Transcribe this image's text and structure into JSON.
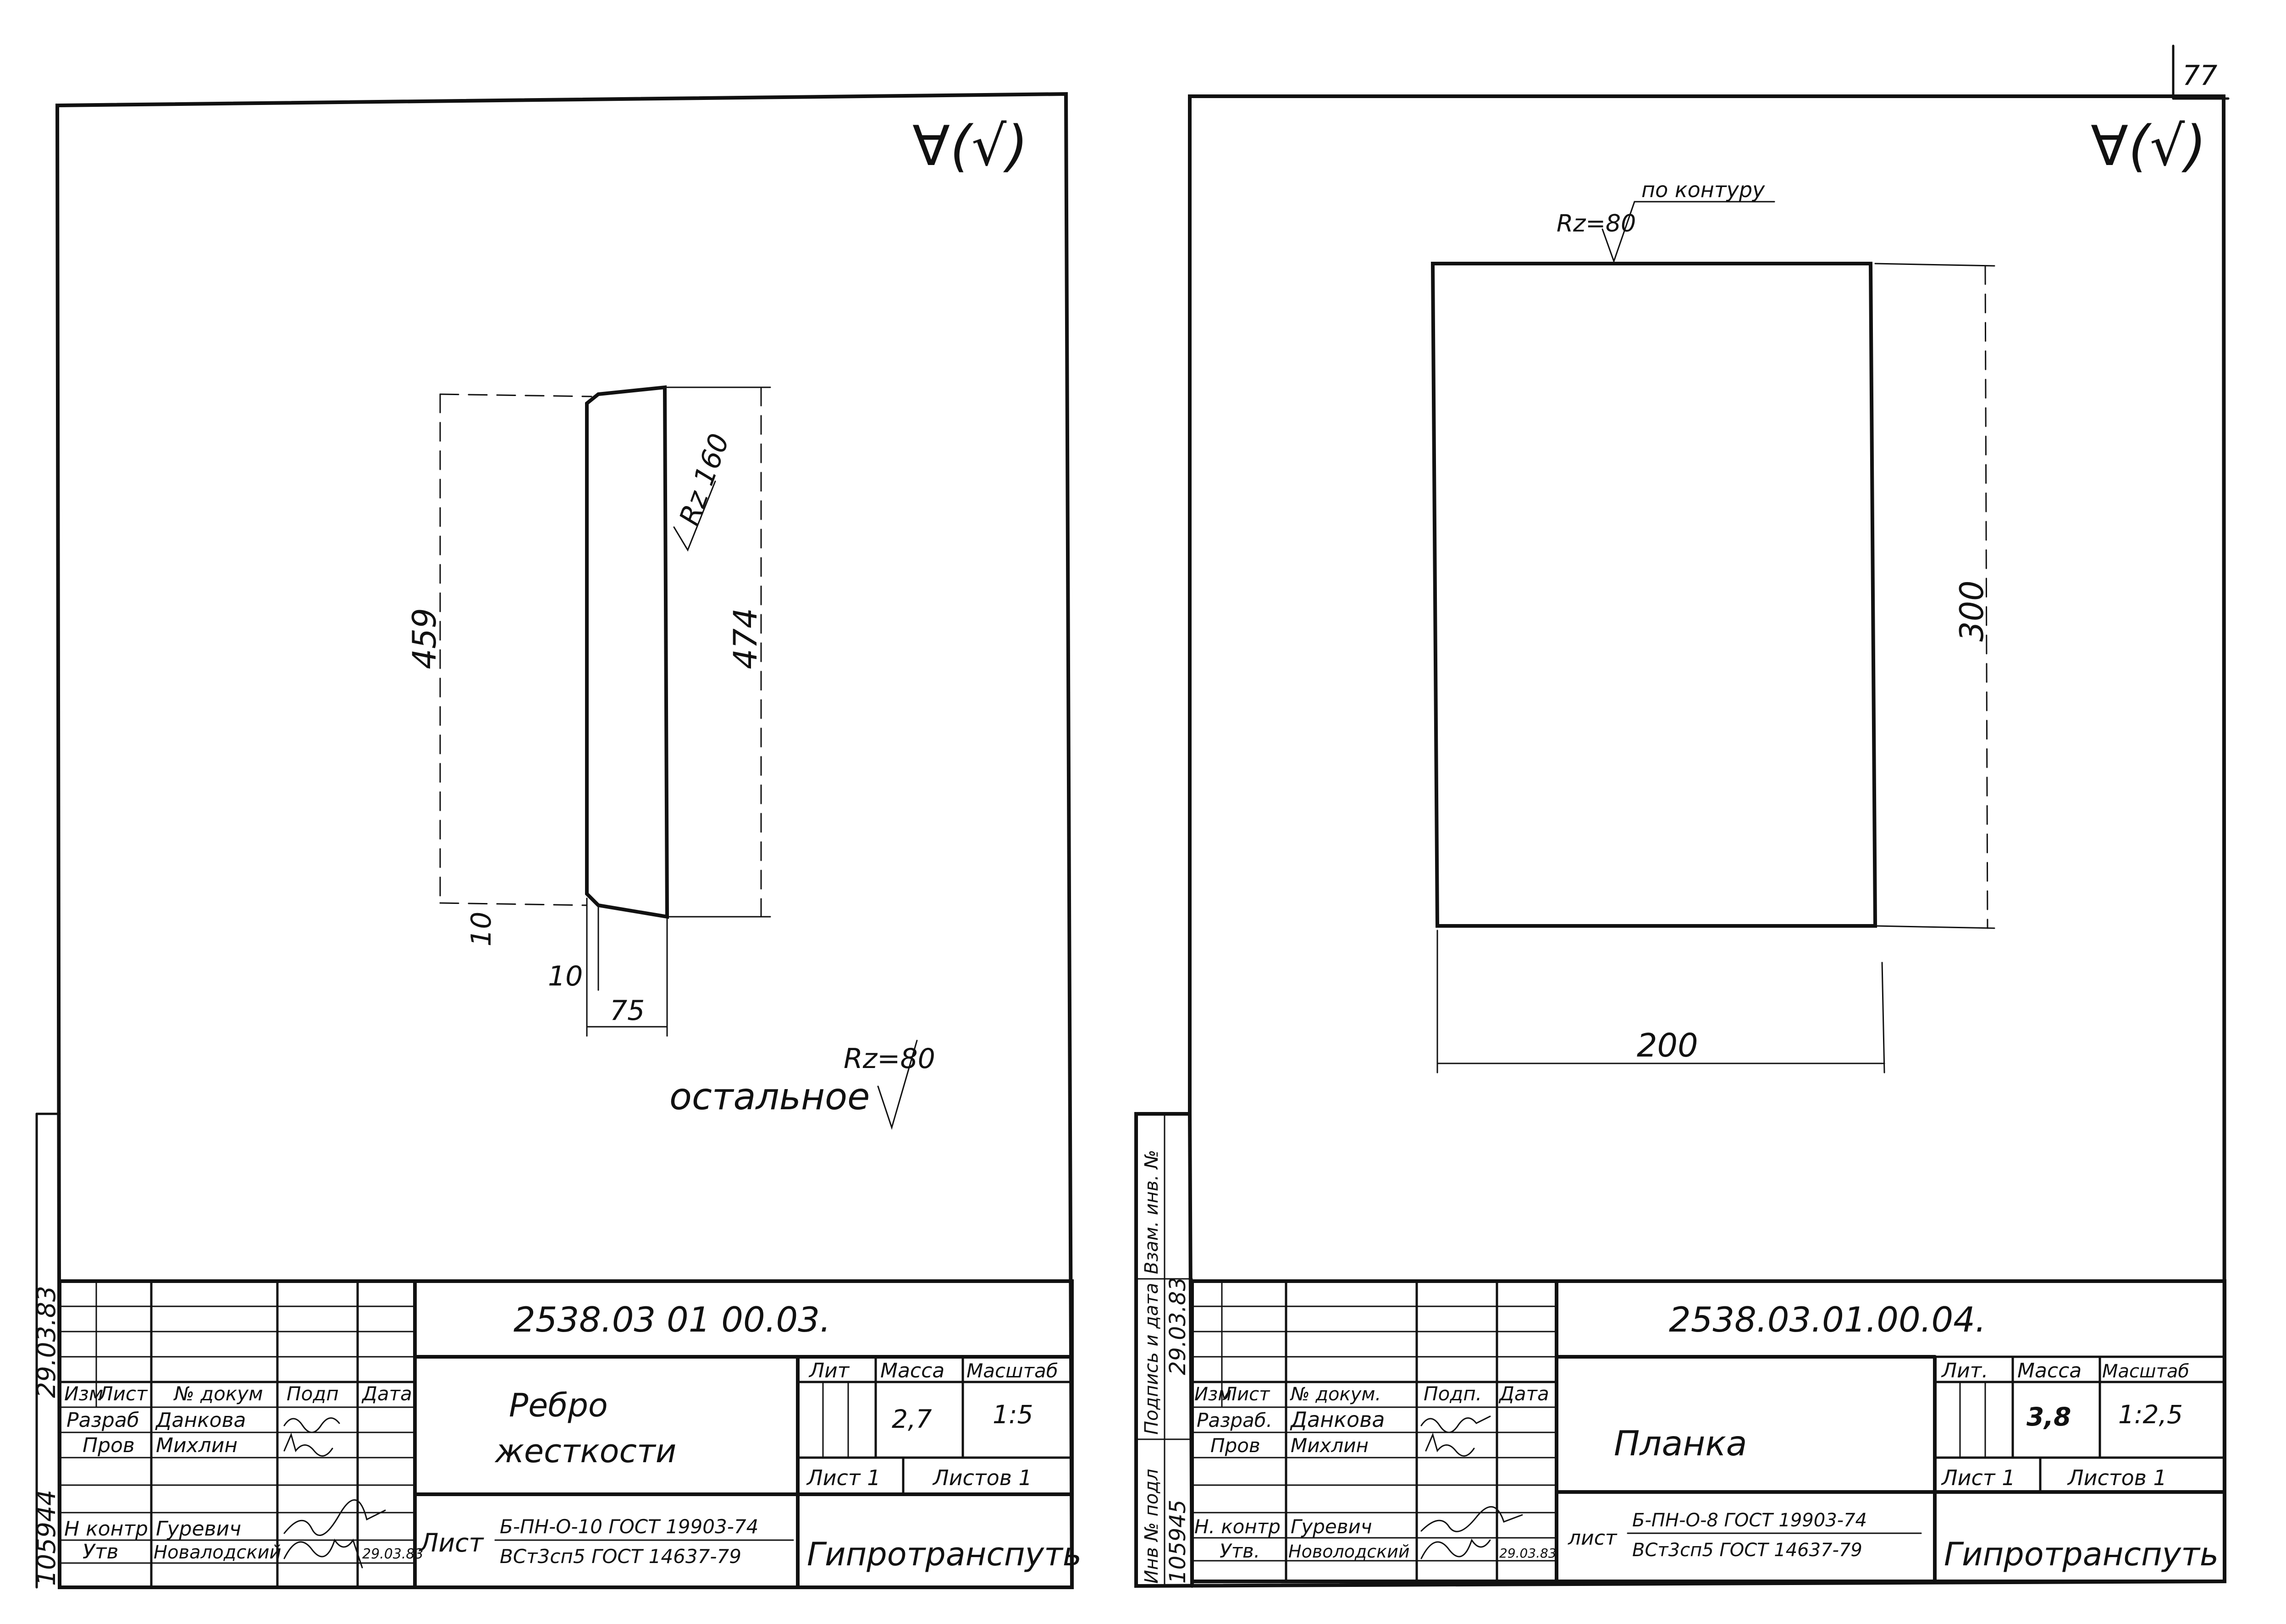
{
  "page_number": "77",
  "left_sheet": {
    "roughness_mark": "∀(√)",
    "dim_459": "459",
    "dim_474": "474",
    "dim_10_vertical": "10",
    "dim_10_horizontal": "10",
    "dim_75": "75",
    "roughness_slant": "Rz 160",
    "rest_label": "остальное",
    "rest_roughness": "Rz=80",
    "side_date": "29.03.83",
    "side_inv": "105944",
    "title_block": {
      "designation": "2538.03 01 00.03.",
      "name_line1": "Ребро",
      "name_line2": "жесткости",
      "lit_header": "Лит",
      "mass_header": "Масса",
      "scale_header": "Масштаб",
      "mass_value": "2,7",
      "scale_value": "1:5",
      "sheet_label": "Лист 1",
      "sheets_label": "Листов 1",
      "col_izm": "Изм",
      "col_list": "Лист",
      "col_doc": "№ докум",
      "col_sign": "Подп",
      "col_date": "Дата",
      "role_razrab": "Разраб",
      "role_prov": "Пров",
      "role_nkontr": "Н контр",
      "role_utv": "Утв",
      "name_razrab": "Данкова",
      "name_prov": "Михлин",
      "name_nkontr": "Гуревич",
      "name_utv": "Новалодский",
      "utv_date": "29.03.83",
      "material_prefix": "Лист",
      "material_top": "Б-ПН-О-10 ГОСТ 19903-74",
      "material_bottom": "ВСт3сп5 ГОСТ 14637-79",
      "organization": "Гипротранспуть"
    }
  },
  "right_sheet": {
    "roughness_mark": "∀(√)",
    "contour_roughness": "Rz=80",
    "contour_label": "по контуру",
    "dim_300": "300",
    "dim_200": "200",
    "side_labels": {
      "inv_podl": "Инв № подл",
      "podpis_data": "Подпись и дата",
      "vzam_inv": "Взам. инв. №"
    },
    "side_inv_value": "105945",
    "side_date_value": "29.03.83",
    "title_block": {
      "designation": "2538.03.01.00.04.",
      "name": "Планка",
      "lit_header": "Лит.",
      "mass_header": "Масса",
      "scale_header": "Масштаб",
      "mass_value": "3,8",
      "scale_value": "1:2,5",
      "sheet_label": "Лист 1",
      "sheets_label": "Листов 1",
      "col_izm": "Изм",
      "col_list": "Лист",
      "col_doc": "№ докум.",
      "col_sign": "Подп.",
      "col_date": "Дата",
      "role_razrab": "Разраб.",
      "role_prov": "Пров",
      "role_nkontr": "Н. контр",
      "role_utv": "Утв.",
      "name_razrab": "Данкова",
      "name_prov": "Михлин",
      "name_nkontr": "Гуревич",
      "name_utv": "Новолодский",
      "utv_date": "29.03.83",
      "material_prefix": "лист",
      "material_top": "Б-ПН-О-8 ГОСТ 19903-74",
      "material_bottom": "ВСт3сп5 ГОСТ 14637-79",
      "organization": "Гипротранспуть"
    }
  }
}
